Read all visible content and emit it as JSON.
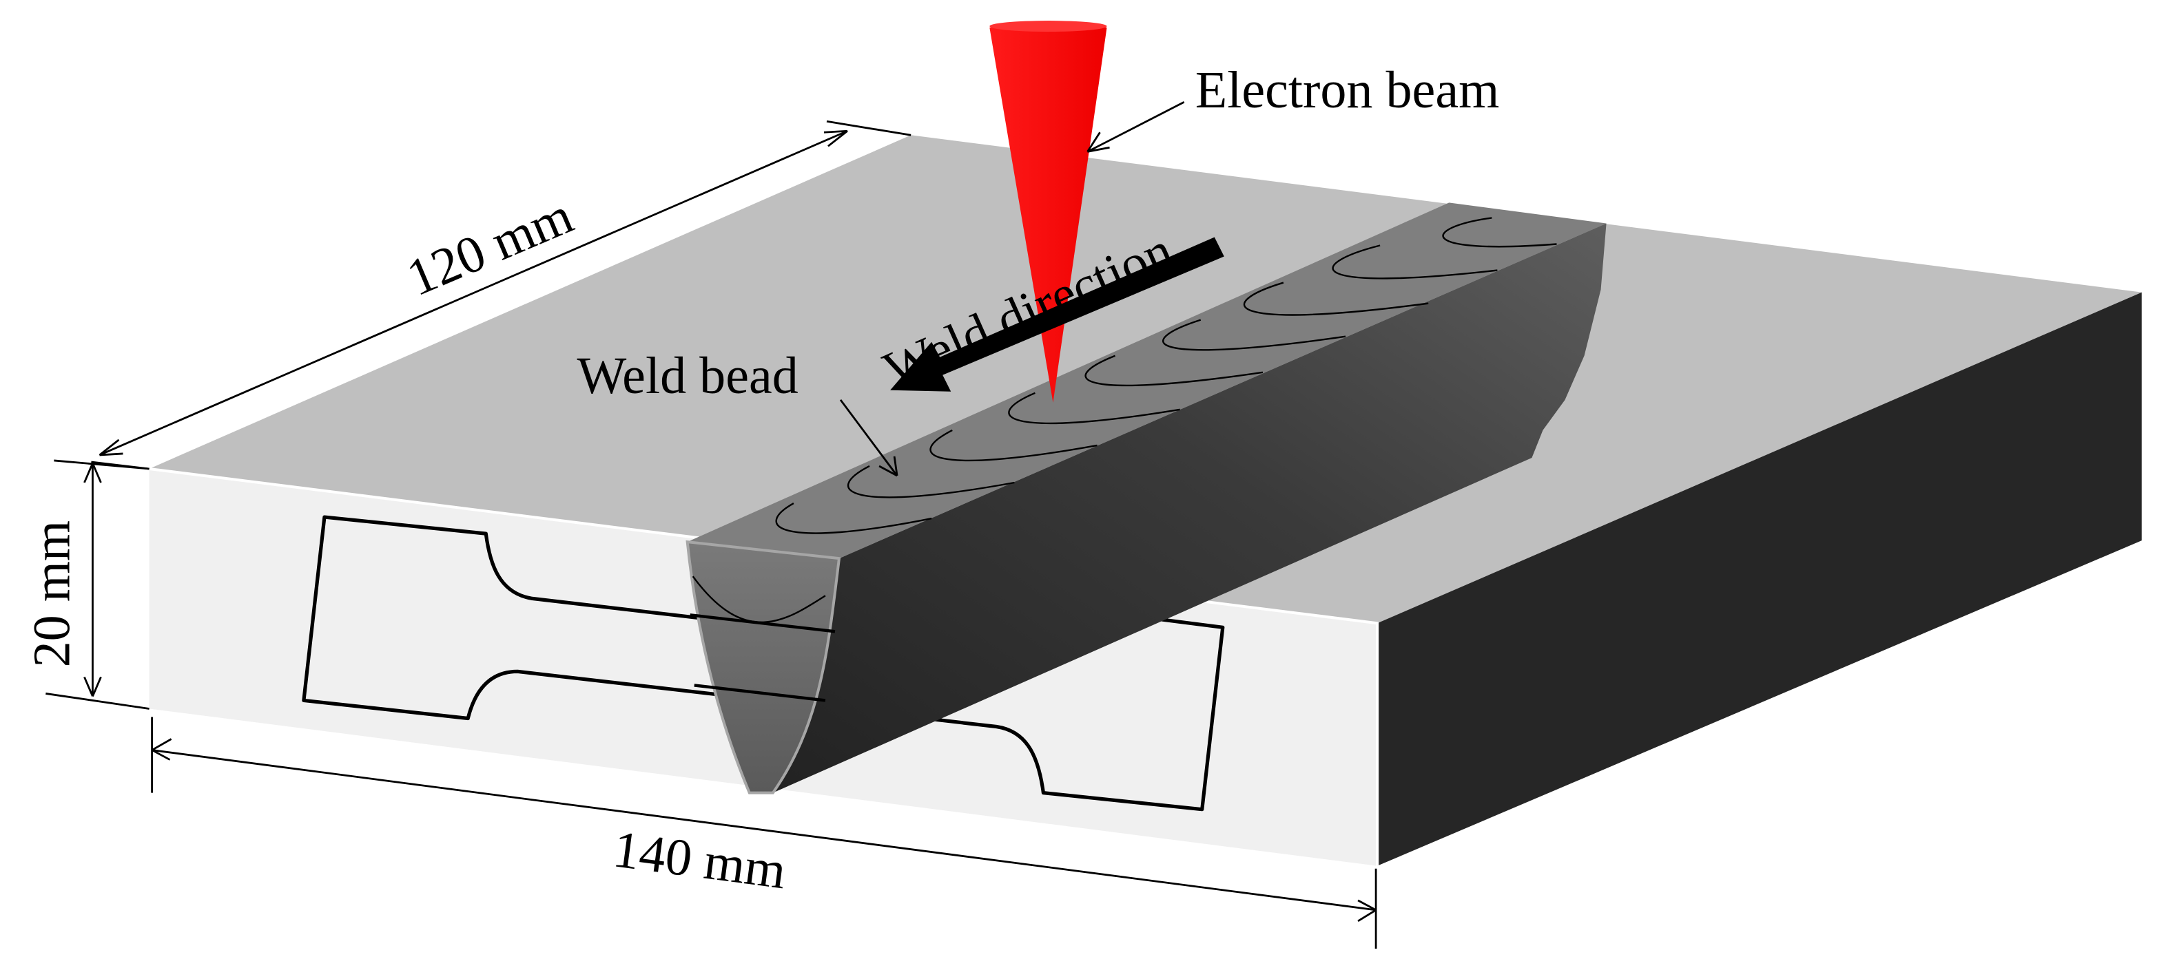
{
  "labels": {
    "beam": "Electron beam",
    "direction": "Weld direction",
    "bead": "Weld bead",
    "depth": "120 mm",
    "height": "20 mm",
    "width": "140 mm"
  },
  "colors": {
    "top_face": "#bfbfbf",
    "front_face": "#f0f0f0",
    "side_face": "#262626",
    "bead_top": "#808080",
    "bead_cross_section": "#6d6d6d",
    "beam": "#ff0000",
    "outline": "#000000"
  },
  "icons": {
    "beam": "cone-beam-icon",
    "arrow": "direction-arrow-icon"
  }
}
